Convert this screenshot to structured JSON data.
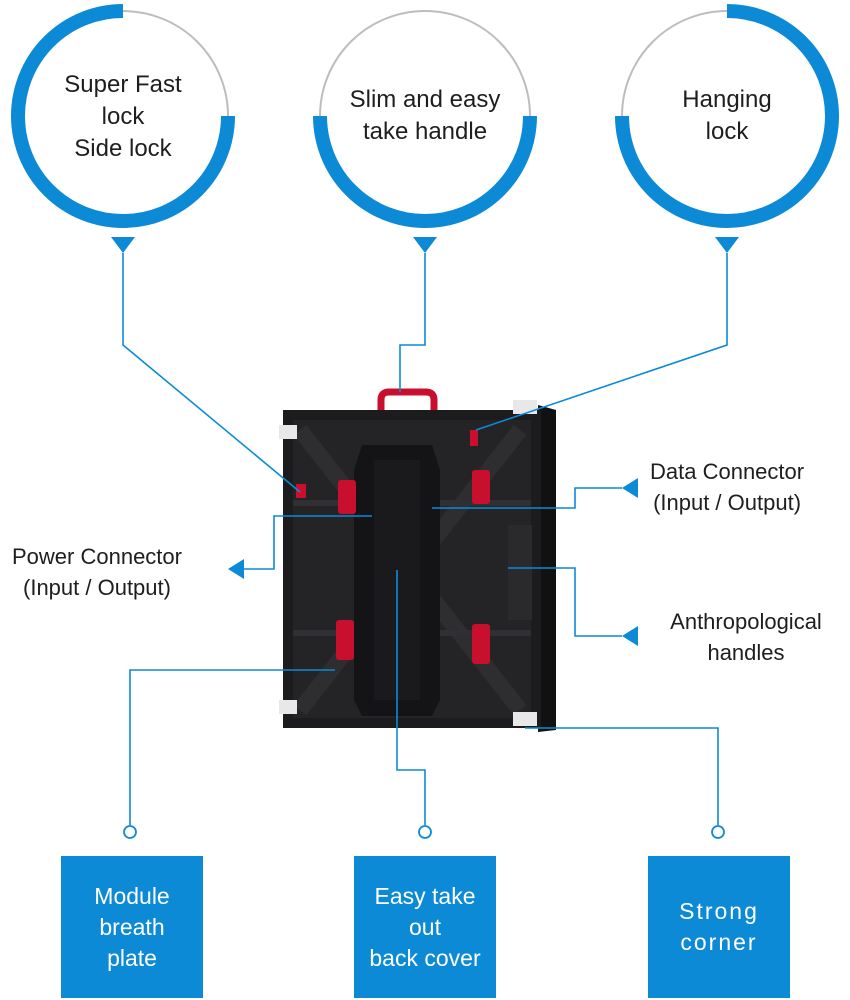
{
  "colors": {
    "accent": "#0d8ad6",
    "ring_grey": "#bdbdbd",
    "panel_dark": "#1c1c1e",
    "panel_red": "#c8102e",
    "box_text": "#ffffff"
  },
  "top_features": [
    {
      "label": "Super Fast\nlock\nSide lock"
    },
    {
      "label": "Slim and easy\ntake handle"
    },
    {
      "label": "Hanging\nlock"
    }
  ],
  "side_features": {
    "data_connector": "Data Connector\n(Input / Output)",
    "power_connector": "Power Connector\n(Input / Output)",
    "anthropological_handles": "Anthropological\nhandles"
  },
  "bottom_features": [
    {
      "label": "Module\nbreath\nplate"
    },
    {
      "label": "Easy take\nout\nback cover"
    },
    {
      "label": "Strong\ncorner"
    }
  ]
}
